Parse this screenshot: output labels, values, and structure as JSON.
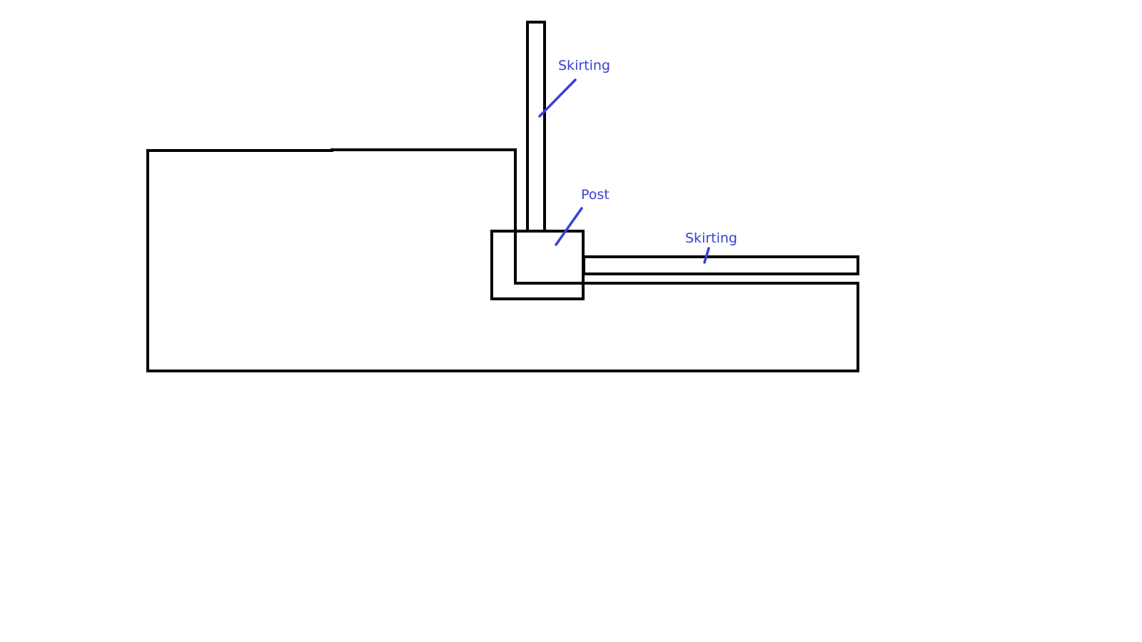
{
  "labels": {
    "skirting_vertical": "Skirting",
    "post": "Post",
    "skirting_horizontal": "Skirting"
  },
  "colors": {
    "outline": "#000000",
    "annotation": "#3a3fd4"
  }
}
